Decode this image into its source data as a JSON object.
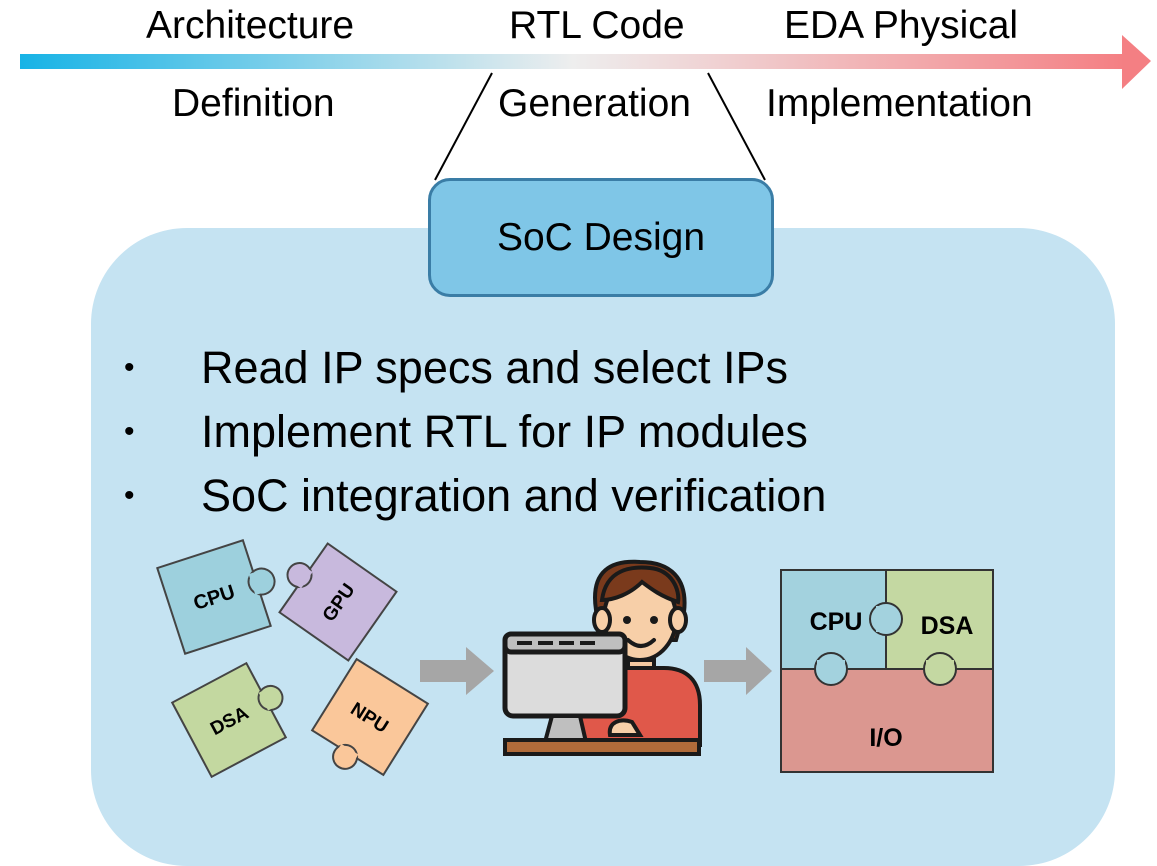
{
  "flow": {
    "stages": [
      {
        "line1": "Architecture",
        "line2": "Definition"
      },
      {
        "line1": "RTL Code",
        "line2": "Generation"
      },
      {
        "line1": "EDA Physical",
        "line2": "Implementation"
      }
    ],
    "arrow_colors": {
      "start": "#17b3e6",
      "mid": "#eeeeee",
      "end": "#f47f83"
    }
  },
  "focus_box": {
    "label": "SoC Design"
  },
  "tasks": [
    "Read IP specs and select IPs",
    "Implement RTL for IP modules",
    "SoC integration and verification"
  ],
  "ip_pieces": [
    {
      "label": "CPU",
      "color": "#9dd0dd"
    },
    {
      "label": "GPU",
      "color": "#c8b9dd"
    },
    {
      "label": "DSA",
      "color": "#c3d8a0"
    },
    {
      "label": "NPU",
      "color": "#fac79a"
    }
  ],
  "engineer": {
    "icon": "engineer-at-computer-icon"
  },
  "integrated_soc": {
    "blocks": [
      {
        "label": "CPU",
        "color": "#a3d2de"
      },
      {
        "label": "DSA",
        "color": "#c4d8a2"
      },
      {
        "label": "I/O",
        "color": "#db9790"
      }
    ]
  }
}
